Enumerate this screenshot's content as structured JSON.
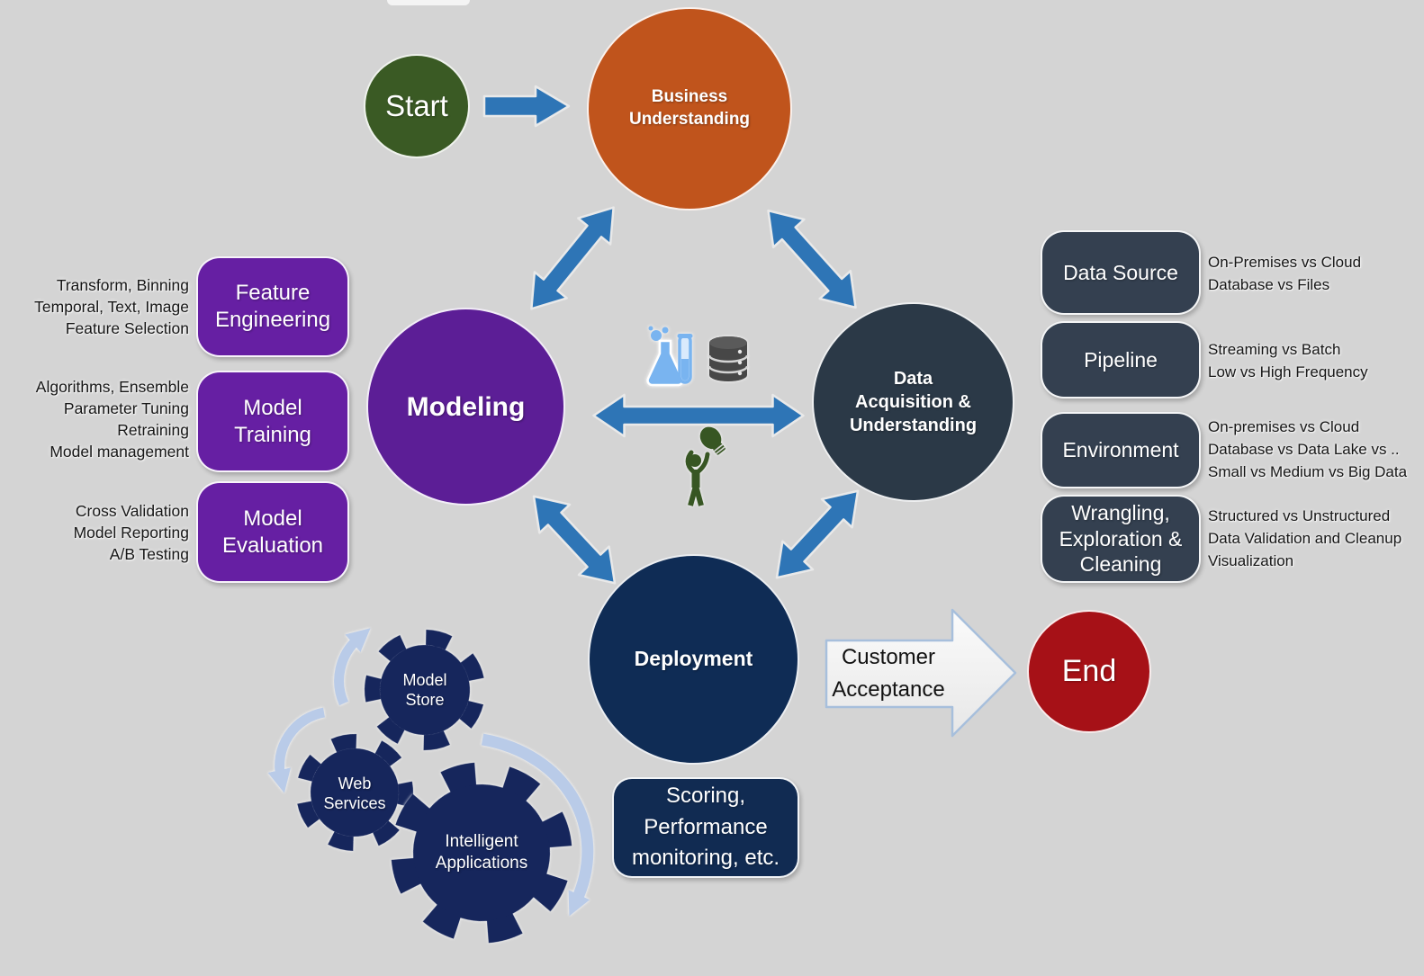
{
  "flow": {
    "start": "Start",
    "end": "End",
    "transition_label": "Customer\nAcceptance"
  },
  "stages": {
    "business_understanding": "Business\nUnderstanding",
    "modeling": "Modeling",
    "data_acquisition": "Data\nAcquisition &\nUnderstanding",
    "deployment": "Deployment"
  },
  "modeling_panel": [
    {
      "label": "Feature\nEngineering",
      "details": "Transform, Binning\nTemporal, Text, Image\nFeature Selection"
    },
    {
      "label": "Model\nTraining",
      "details": "Algorithms, Ensemble\nParameter Tuning\nRetraining\nModel management"
    },
    {
      "label": "Model\nEvaluation",
      "details": "Cross Validation\nModel Reporting\nA/B Testing"
    }
  ],
  "data_panel": [
    {
      "label": "Data Source",
      "details": "On-Premises vs Cloud\nDatabase vs Files"
    },
    {
      "label": "Pipeline",
      "details": "Streaming vs Batch\nLow vs High Frequency"
    },
    {
      "label": "Environment",
      "details": "On-premises vs Cloud\nDatabase vs Data Lake  vs ..\nSmall vs Medium vs Big Data"
    },
    {
      "label": "Wrangling,\nExploration &\nCleaning",
      "details": "Structured vs Unstructured\nData Validation and Cleanup\nVisualization"
    }
  ],
  "deployment_panel": {
    "gears": [
      {
        "label": "Model\nStore"
      },
      {
        "label": "Web\nServices"
      },
      {
        "label": "Intelligent\nApplications"
      }
    ],
    "note": "Scoring,\nPerformance\nmonitoring, etc."
  },
  "icons": {
    "experimentation": "flask-icon",
    "data_store": "database-icon",
    "insight": "person-lightbulb-icon",
    "deployment_cycle": "gear-icon",
    "cycle_arrows": "curved-arrow-icon",
    "stage_links": "double-arrow-icon"
  },
  "colors": {
    "background": "#d4d4d4",
    "start_green": "#3a5a24",
    "business_orange": "#c0541c",
    "modeling_purple": "#5c1e96",
    "panel_purple": "#661fa3",
    "data_slate": "#2b3947",
    "panel_slate": "#344050",
    "deployment_navy": "#0f2c55",
    "gear_navy": "#16265c",
    "note_navy": "#112b52",
    "end_red": "#a61117",
    "arrow_blue": "#2e75b6",
    "cycle_blue": "#b9cbe8",
    "flask_blue": "#79b4f0",
    "database_gray": "#474747",
    "person_green": "#375623"
  }
}
